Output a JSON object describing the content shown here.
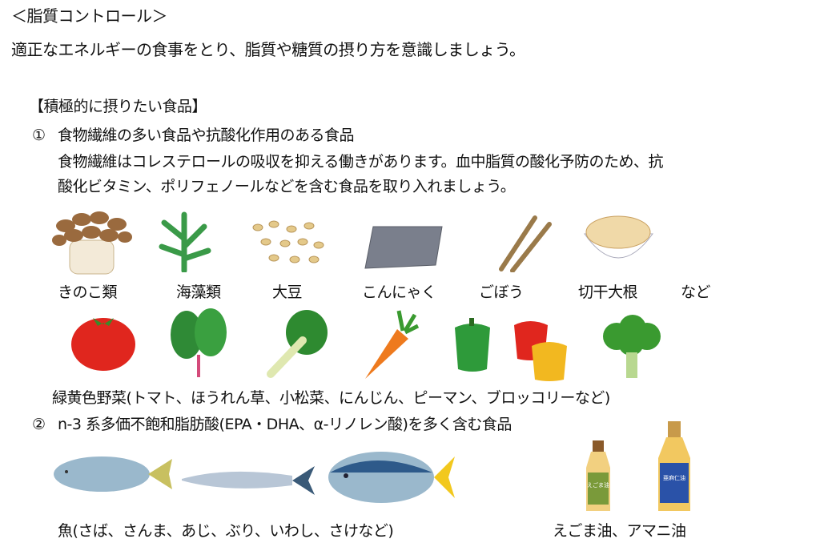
{
  "title": "＜脂質コントロール＞",
  "intro": "適正なエネルギーの食事をとり、脂質や糖質の摂り方を意識しましょう。",
  "section_heading": "【積極的に摂りたい食品】",
  "item1": {
    "number": "①",
    "heading": "食物繊維の多い食品や抗酸化作用のある食品",
    "desc_line1": "食物繊維はコレステロールの吸収を抑える働きがあります。血中脂質の酸化予防のため、抗",
    "desc_line2": "酸化ビタミン、ポリフェノールなどを含む食品を取り入れましょう。",
    "foods_row1": [
      "きのこ類",
      "海藻類",
      "大豆",
      "こんにゃく",
      "ごぼう",
      "切干大根"
    ],
    "foods_row1_suffix": "など",
    "vegetables_caption": "緑黄色野菜(トマト、ほうれん草、小松菜、にんじん、ピーマン、ブロッコリーなど)"
  },
  "item2": {
    "number": "②",
    "heading": "n-3 系多価不飽和脂肪酸(EPA・DHA、α-リノレン酸)を多く含む食品",
    "fish_caption": "魚(さば、さんま、あじ、ぶり、いわし、さけなど)",
    "oil_caption": "えごま油、アマニ油",
    "bottle_labels": [
      "えごま油",
      "亜麻仁油"
    ]
  }
}
